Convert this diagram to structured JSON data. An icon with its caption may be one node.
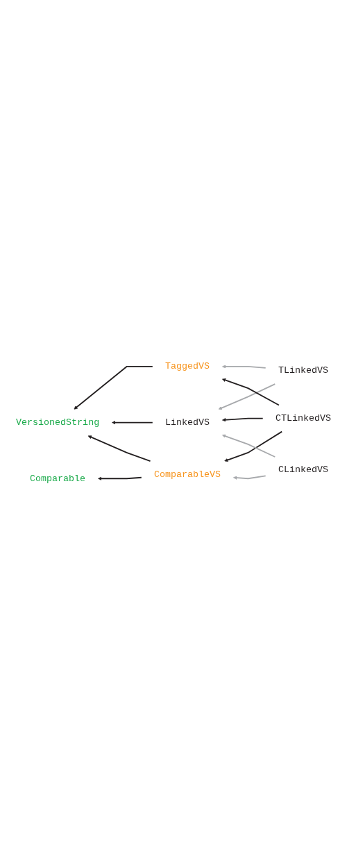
{
  "diagram": {
    "nodes": [
      {
        "text": [
          "VersionedString"
        ]
      },
      {
        "text": [
          "Comparable"
        ]
      },
      {
        "text": [
          "TaggedVS"
        ]
      },
      {
        "text": [
          "LinkedVS"
        ]
      },
      {
        "text": [
          "ComparableVS"
        ]
      },
      {
        "text": [
          "TLinkedVS"
        ]
      },
      {
        "text": [
          "CTLinkedVS"
        ]
      },
      {
        "text": [
          "CLinkedVS"
        ]
      }
    ],
    "edges": [
      {
        "from": 2,
        "to": 0,
        "arrow": "to"
      },
      {
        "from": 3,
        "to": 0,
        "arrow": "to"
      },
      {
        "from": 4,
        "to": 0,
        "arrow": "to"
      },
      {
        "from": 4,
        "to": 1,
        "arrow": "to"
      },
      {
        "from": 5,
        "to": 2,
        "arrow": "to",
        "color": "#a7a9ac"
      },
      {
        "from": 5,
        "to": 3,
        "arrow": "to",
        "color": "#a7a9ac"
      },
      {
        "from": 6,
        "to": 2,
        "arrow": "to"
      },
      {
        "from": 6,
        "to": 3,
        "arrow": "to"
      },
      {
        "from": 6,
        "to": 4,
        "arrow": "to"
      },
      {
        "from": 7,
        "to": 3,
        "arrow": "to",
        "color": "#a7a9ac"
      },
      {
        "from": 7,
        "to": 4,
        "arrow": "to",
        "color": "#a7a9ac"
      }
    ]
  }
}
